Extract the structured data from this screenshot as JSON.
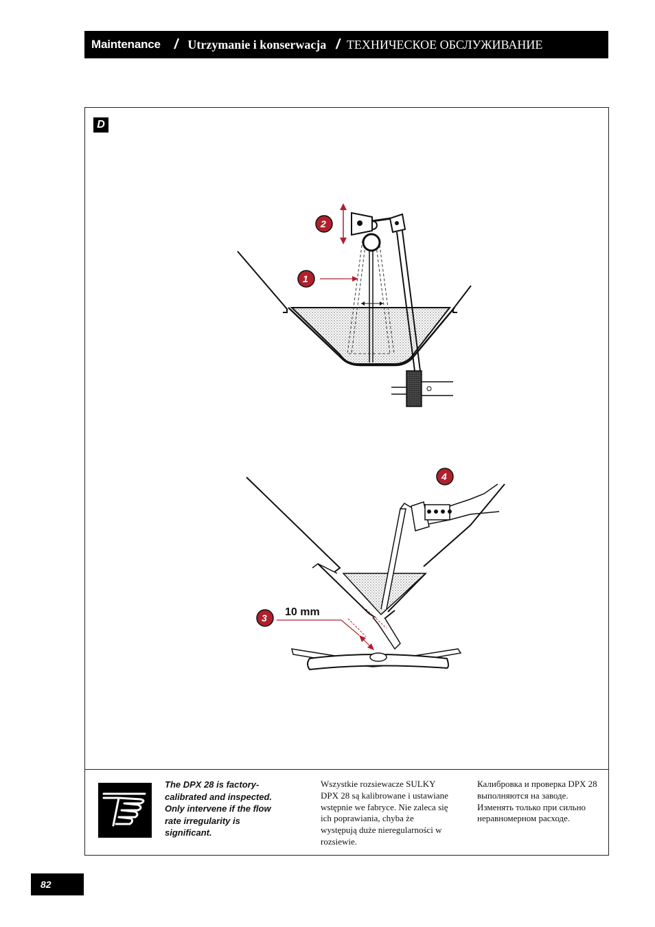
{
  "header": {
    "title_en": "Maintenance",
    "separator": "/",
    "title_pl": "Utrzymanie i konserwacja",
    "title_ru": "ТЕХНИЧЕСКОЕ ОБСЛУЖИВАНИЕ"
  },
  "section": {
    "badge": "D"
  },
  "figure_top": {
    "callouts": [
      "1",
      "2"
    ]
  },
  "figure_bottom": {
    "callouts": [
      "3",
      "4"
    ],
    "measurement": "10 mm"
  },
  "note": {
    "icon": "pointing-hand-icon",
    "text_en": "The DPX 28 is factory-calibrated and inspected. Only intervene if the flow rate irregularity is significant.",
    "text_pl": "Wszystkie rozsiewacze SULKY DPX 28 są kalibrowane i ustawiane wstępnie we fabryce. Nie zaleca się ich poprawiania, chyba że występują duże nieregularności w rozsiewie.",
    "text_ru": "Калибровка и проверка DPX 28 выполняются на заводе. Изменять только при сильно неравномерном расходе."
  },
  "footer": {
    "page_number": "82"
  },
  "colors": {
    "accent_red": "#b0202c",
    "header_bg": "#000000"
  }
}
